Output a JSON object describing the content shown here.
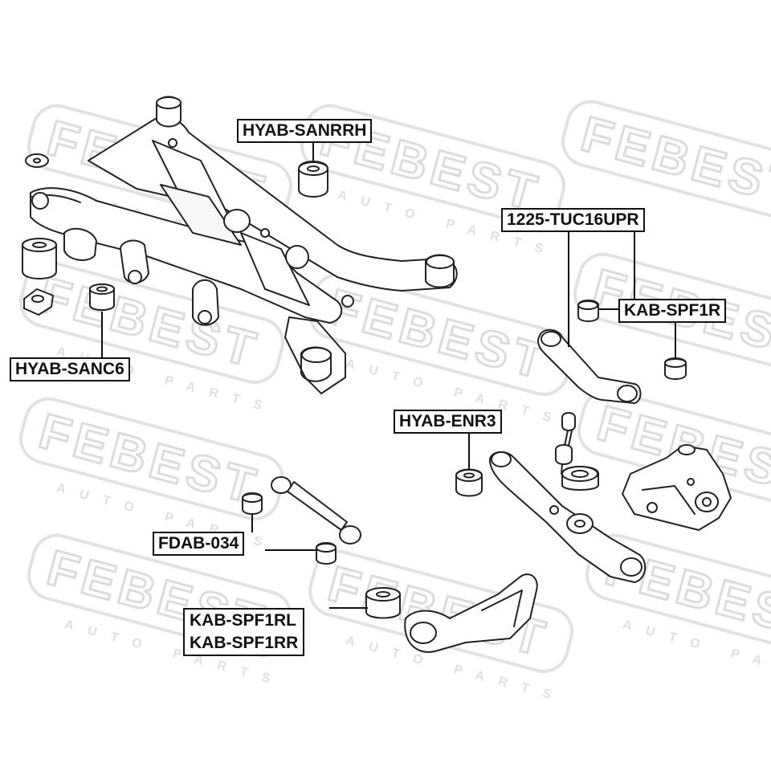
{
  "watermark": {
    "brand": "FEBEST",
    "tagline": "AUTO PARTS"
  },
  "labels": {
    "hyab_sanrrh": "HYAB-SANRRH",
    "tuc16upr": "1225-TUC16UPR",
    "kab_spf1r": "KAB-SPF1R",
    "hyab_sanc6": "HYAB-SANC6",
    "hyab_enr3": "HYAB-ENR3",
    "fdab_034": "FDAB-034",
    "kab_spf1rl": "KAB-SPF1RL",
    "kab_spf1rr": "KAB-SPF1RR"
  }
}
